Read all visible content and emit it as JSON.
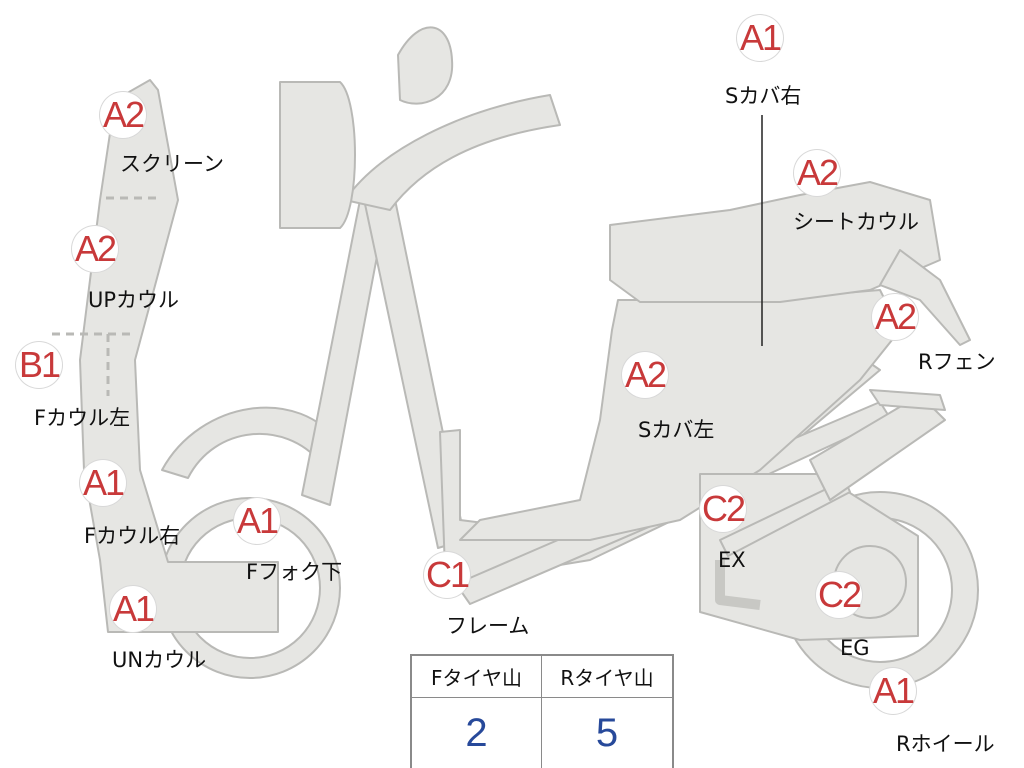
{
  "parts": {
    "s_cover_right": {
      "grade": "A1",
      "label": "Sカバ右"
    },
    "screen": {
      "grade": "A2",
      "label": "スクリーン"
    },
    "seat_cowl": {
      "grade": "A2",
      "label": "シートカウル"
    },
    "up_cowl": {
      "grade": "A2",
      "label": "UPカウル"
    },
    "r_fender": {
      "grade": "A2",
      "label": "Rフェン"
    },
    "f_cowl_left": {
      "grade": "B1",
      "label": "Fカウル左"
    },
    "s_cover_left": {
      "grade": "A2",
      "label": "Sカバ左"
    },
    "f_cowl_right": {
      "grade": "A1",
      "label": "Fカウル右"
    },
    "f_fork_lower": {
      "grade": "A1",
      "label": "Fフォク下"
    },
    "exhaust": {
      "grade": "C2",
      "label": "EX"
    },
    "frame": {
      "grade": "C1",
      "label": "フレーム"
    },
    "un_cowl": {
      "grade": "A1",
      "label": "UNカウル"
    },
    "engine": {
      "grade": "C2",
      "label": "EG"
    },
    "r_wheel": {
      "grade": "A1",
      "label": "Rホイール"
    }
  },
  "tire_table": {
    "headers": [
      "Fタイヤ山",
      "Rタイヤ山"
    ],
    "values": [
      "2",
      "5"
    ]
  },
  "colors": {
    "body_fill": "#e6e6e3",
    "outline": "#b9b9b6",
    "grade_text": "#c8393a",
    "tire_value": "#27499a"
  }
}
